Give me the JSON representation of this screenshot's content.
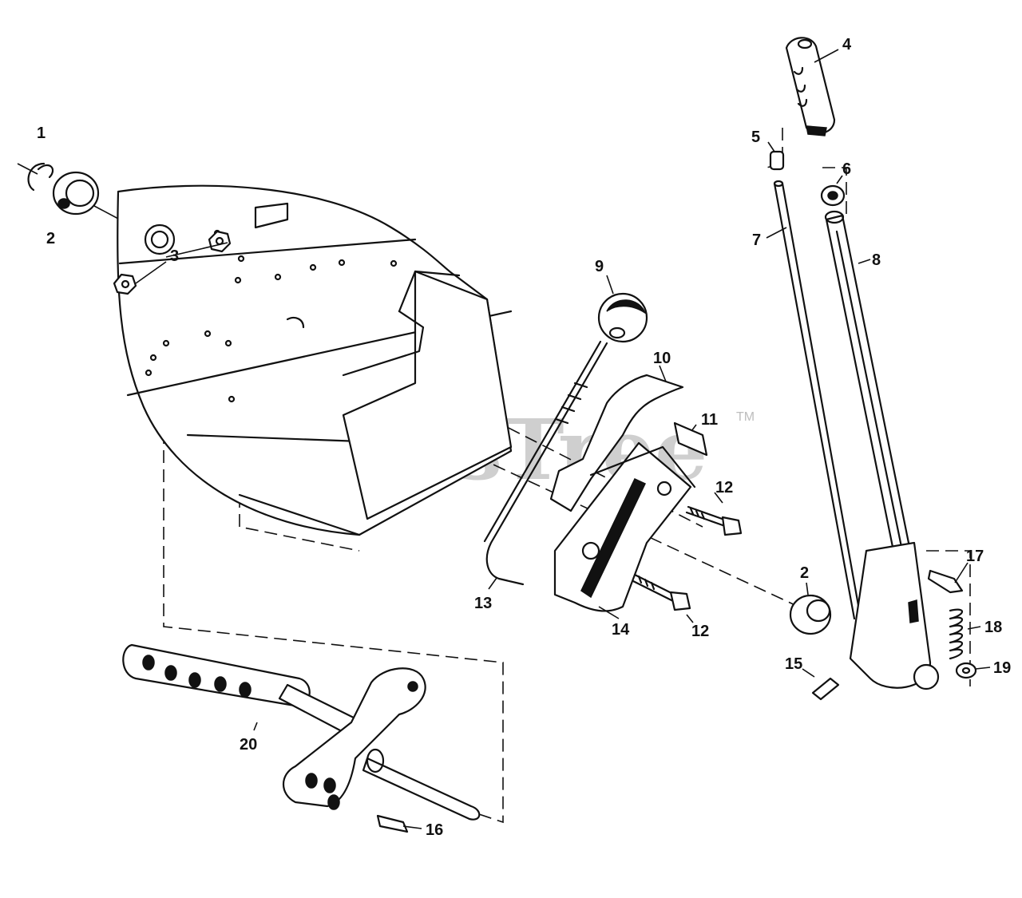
{
  "watermark": {
    "text": "PartsTree",
    "trademark": "TM"
  },
  "callouts": [
    {
      "id": "c1",
      "label": "1"
    },
    {
      "id": "c2a",
      "label": "2"
    },
    {
      "id": "c3",
      "label": "3"
    },
    {
      "id": "c4",
      "label": "4"
    },
    {
      "id": "c5",
      "label": "5"
    },
    {
      "id": "c6",
      "label": "6"
    },
    {
      "id": "c7",
      "label": "7"
    },
    {
      "id": "c8",
      "label": "8"
    },
    {
      "id": "c9",
      "label": "9"
    },
    {
      "id": "c10",
      "label": "10"
    },
    {
      "id": "c11",
      "label": "11"
    },
    {
      "id": "c12a",
      "label": "12"
    },
    {
      "id": "c12b",
      "label": "12"
    },
    {
      "id": "c13",
      "label": "13"
    },
    {
      "id": "c14",
      "label": "14"
    },
    {
      "id": "c2b",
      "label": "2"
    },
    {
      "id": "c15",
      "label": "15"
    },
    {
      "id": "c16",
      "label": "16"
    },
    {
      "id": "c17",
      "label": "17"
    },
    {
      "id": "c18",
      "label": "18"
    },
    {
      "id": "c19",
      "label": "19"
    },
    {
      "id": "c20",
      "label": "20"
    }
  ]
}
